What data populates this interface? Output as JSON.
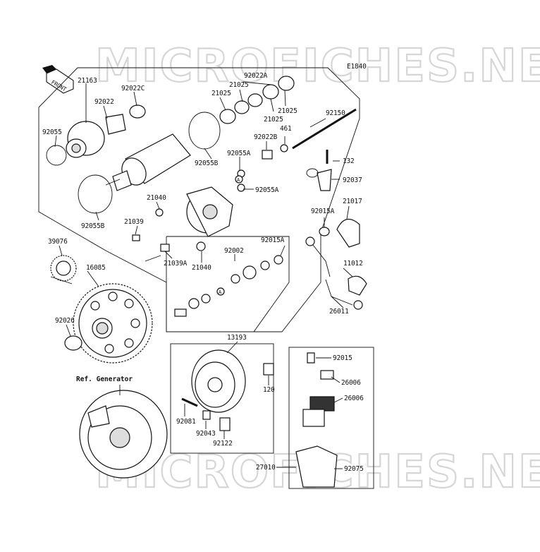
{
  "watermark": "MICROFICHES.NET",
  "code": "E1840",
  "front_label": "FRONT",
  "ref_label": "Ref. Generator",
  "parts": {
    "p21163": "21163",
    "p92022": "92022",
    "p92022C": "92022C",
    "p92055": "92055",
    "p92055B_a": "92055B",
    "p92055B_b": "92055B",
    "p92022A": "92022A",
    "p21025_a": "21025",
    "p21025_b": "21025",
    "p21025_c": "21025",
    "p21025_d": "21025",
    "p461": "461",
    "p92150": "92150",
    "p92022B": "92022B",
    "p92055A_a": "92055A",
    "p92055A_b": "92055A",
    "p132": "132",
    "p92037": "92037",
    "p21040_a": "21040",
    "p21040_b": "21040",
    "p21039": "21039",
    "p21039A": "21039A",
    "p92015A_a": "92015A",
    "p92015A_b": "92015A",
    "p21017": "21017",
    "p39076": "39076",
    "p16085": "16085",
    "p92002": "92002",
    "p11012": "11012",
    "p26011": "26011",
    "p92026": "92026",
    "p13193": "13193",
    "p120": "120",
    "p92015": "92015",
    "p26006_a": "26006",
    "p26006_b": "26006",
    "p92081": "92081",
    "p92043": "92043",
    "p92122": "92122",
    "p27010": "27010",
    "p92075": "92075"
  },
  "ref_marker": "A"
}
